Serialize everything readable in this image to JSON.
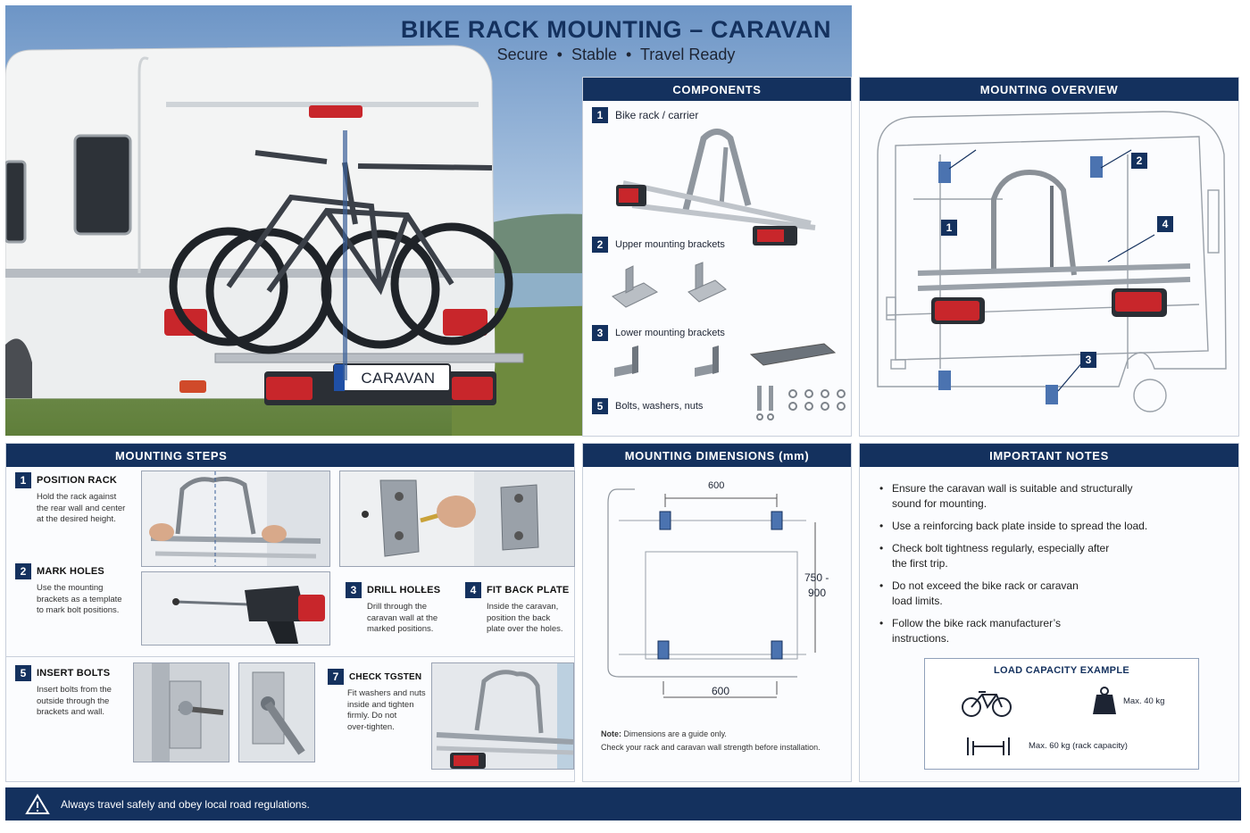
{
  "header": {
    "title": "BIKE RACK MOUNTING – CARAVAN",
    "subtitle": "Secure  •  Stable  •  Travel Ready",
    "plate_text": "CARAVAN"
  },
  "components": {
    "heading": "COMPONENTS",
    "items": [
      {
        "num": "1",
        "label": "Bike rack / carrier"
      },
      {
        "num": "2",
        "label": "Upper mounting brackets"
      },
      {
        "num": "3",
        "label": "Lower mounting brackets"
      },
      {
        "num": "5",
        "label": "Bolts, washers, nuts"
      }
    ]
  },
  "overview": {
    "heading": "MOUNTING OVERVIEW",
    "callouts": [
      "1",
      "2",
      "3",
      "4"
    ]
  },
  "steps": {
    "heading": "MOUNTING STEPS",
    "items": [
      {
        "num": "1",
        "title": "POSITION RACK",
        "desc": [
          "Hold the rack against",
          "the rear wall and center",
          "at the desired height."
        ]
      },
      {
        "num": "2",
        "title": "MARK HOLES",
        "desc": [
          "Use the mounting",
          "brackets as a template",
          "to mark bolt positions."
        ]
      },
      {
        "num": "3",
        "title": "DRILL HOLŁES",
        "desc": [
          "Drill through the",
          "caravan wall at the",
          "marked positions."
        ]
      },
      {
        "num": "4",
        "title": "FIT BACK PLATE",
        "desc": [
          "Inside the caravan,",
          "position the back",
          "plate over the holes."
        ]
      },
      {
        "num": "5",
        "title": "INSERT BOLTS",
        "desc": [
          "Insert bolts from the",
          "outside through the",
          "brackets and wall."
        ]
      },
      {
        "num": "7",
        "title": "CHECK TGSTEN",
        "desc": [
          "Fit washers and nuts",
          "inside and tighten",
          "firmly. Do not",
          "over-tighten."
        ]
      }
    ]
  },
  "dimensions": {
    "heading": "MOUNTING DIMENSIONS (mm)",
    "top_width": "600",
    "bottom_width": "600",
    "height_line1": "750 -",
    "height_line2": "900",
    "note_label": "Note:",
    "note_text": "Dimensions are a guide only.",
    "note_line2": "Check your rack and caravan wall strength before installation."
  },
  "notes": {
    "heading": "IMPORTANT NOTES",
    "items": [
      [
        "Ensure the caravan wall is suitable and structurally",
        "sound for mounting."
      ],
      [
        "Use a reinforcing back plate inside to spread the load."
      ],
      [
        "Check bolt tightness regularly, especially after",
        "the first trip."
      ],
      [
        "Do not exceed the bike rack or caravan",
        "load limits."
      ],
      [
        "Follow the bike rack manufacturer’s",
        "instructions."
      ]
    ],
    "capacity": {
      "heading": "LOAD CAPACITY EXAMPLE",
      "bike_max": "Max. 40 kg",
      "rack_max": "Max. 60 kg (rack capacity)"
    }
  },
  "footer": {
    "text": "Always travel safely and obey local road regulations."
  },
  "colors": {
    "navy": "#14315e",
    "steel": "#9aa3ad",
    "red_light": "#c8262b"
  }
}
